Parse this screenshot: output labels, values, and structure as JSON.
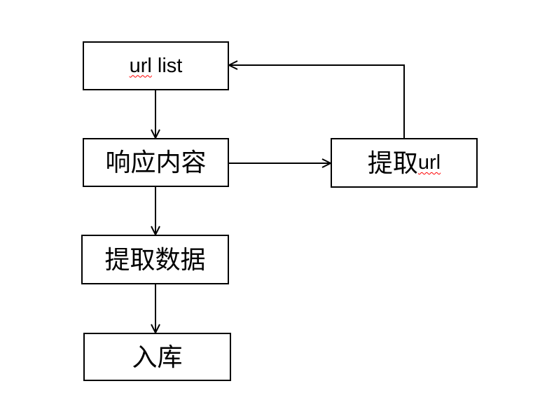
{
  "diagram": {
    "nodes": {
      "url_list": {
        "parts": [
          {
            "text": "url",
            "misspelled": true
          },
          {
            "text": " list",
            "misspelled": false
          }
        ]
      },
      "response_content": {
        "label": "响应内容"
      },
      "extract_url": {
        "parts": [
          {
            "text": "提取",
            "misspelled": false
          },
          {
            "text": "url",
            "misspelled": true
          }
        ]
      },
      "extract_data": {
        "label": "提取数据"
      },
      "store": {
        "label": "入库"
      }
    },
    "edges": [
      {
        "from": "url_list",
        "to": "response_content",
        "direction": "down"
      },
      {
        "from": "response_content",
        "to": "extract_url",
        "direction": "right"
      },
      {
        "from": "extract_url",
        "to": "url_list",
        "direction": "up-left-loop"
      },
      {
        "from": "response_content",
        "to": "extract_data",
        "direction": "down"
      },
      {
        "from": "extract_data",
        "to": "store",
        "direction": "down"
      }
    ],
    "colors": {
      "line": "#000000",
      "box_fill": "#ffffff",
      "text": "#000000",
      "spellcheck_underline": "#ff0000",
      "background": "#ffffff"
    }
  }
}
